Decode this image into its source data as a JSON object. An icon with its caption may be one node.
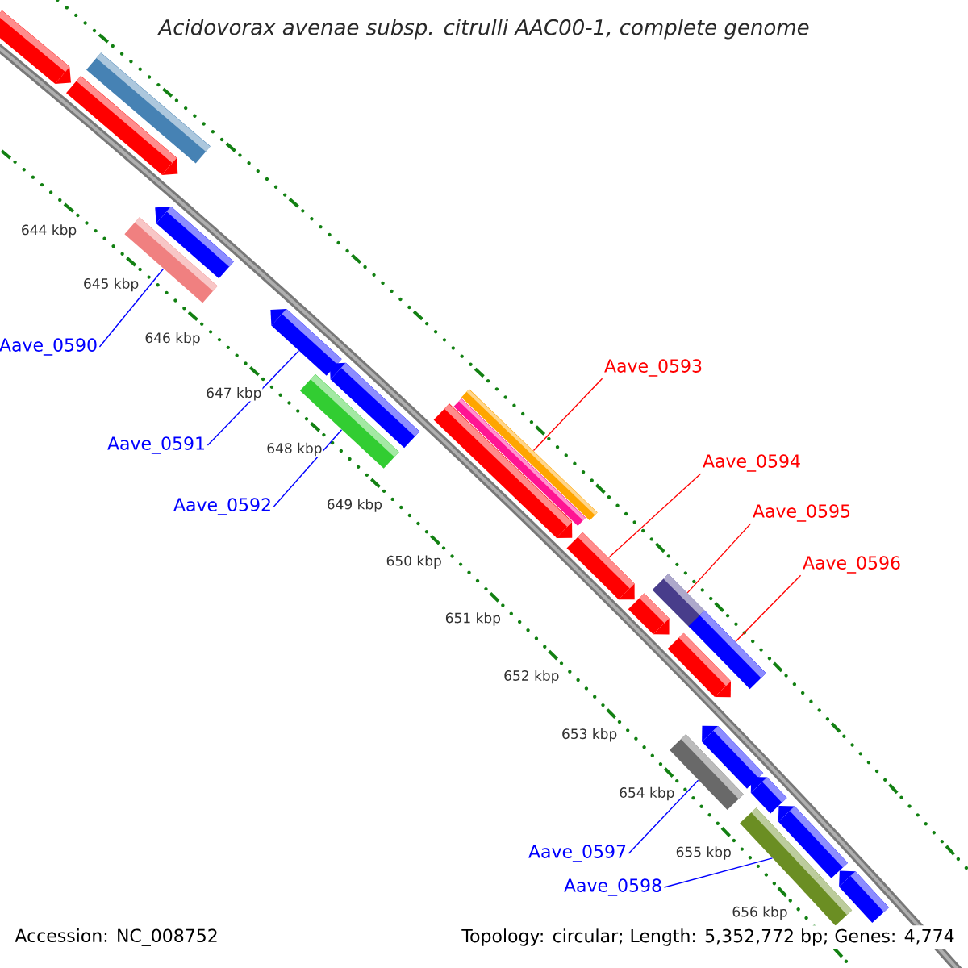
{
  "diagram": {
    "title": "Acidovorax avenae subsp. citrulli AAC00-1, complete genome",
    "nodes": [
      {
        "text": [
          "Aave_0590"
        ]
      },
      {
        "text": [
          "Aave_0591"
        ]
      },
      {
        "text": [
          "Aave_0592"
        ]
      },
      {
        "text": [
          "Aave_0593"
        ]
      },
      {
        "text": [
          "Aave_0594"
        ]
      },
      {
        "text": [
          "Aave_0595"
        ]
      },
      {
        "text": [
          "Aave_0596"
        ]
      },
      {
        "text": [
          "Aave_0597"
        ]
      },
      {
        "text": [
          "Aave_0598"
        ]
      },
      {
        "text": [],
        "shape": "arrow"
      },
      {
        "text": [],
        "shape": "arrow"
      },
      {
        "text": [],
        "shape": "bar"
      },
      {
        "text": [],
        "shape": "arrow"
      },
      {
        "text": [],
        "shape": "bar"
      },
      {
        "text": [],
        "shape": "arrow"
      },
      {
        "text": [],
        "shape": "arrow"
      },
      {
        "text": [],
        "shape": "bar"
      },
      {
        "text": [],
        "shape": "arrow"
      },
      {
        "text": [],
        "shape": "bar"
      },
      {
        "text": [],
        "shape": "bar"
      },
      {
        "text": [],
        "shape": "arrow"
      },
      {
        "text": [],
        "shape": "arrow"
      },
      {
        "text": [],
        "shape": "bar"
      },
      {
        "text": [],
        "shape": "bar"
      },
      {
        "text": [],
        "shape": "arrow"
      },
      {
        "text": [],
        "shape": "bar"
      },
      {
        "text": [],
        "shape": "arrow"
      },
      {
        "text": [],
        "shape": "arrow"
      },
      {
        "text": [],
        "shape": "arrow"
      },
      {
        "text": [],
        "shape": "arrow"
      },
      {
        "text": [],
        "shape": "bar"
      },
      {
        "text": [],
        "shape": "bar"
      }
    ],
    "edges": [
      {
        "from": 0,
        "to": 13,
        "arrow": "none"
      },
      {
        "from": 1,
        "to": 14,
        "arrow": "none"
      },
      {
        "from": 2,
        "to": 16,
        "arrow": "none"
      },
      {
        "from": 3,
        "to": 19,
        "arrow": "none",
        "color": "#ff0000"
      },
      {
        "from": 4,
        "to": 20,
        "arrow": "none",
        "color": "#ff0000"
      },
      {
        "from": 5,
        "to": 22,
        "arrow": "none",
        "color": "#ff0000"
      },
      {
        "from": 6,
        "to": 23,
        "arrow": "none",
        "color": "#ff0000"
      },
      {
        "from": 7,
        "to": 25,
        "arrow": "none"
      },
      {
        "from": 8,
        "to": 30,
        "arrow": "none"
      }
    ],
    "labels": [
      "644 kbp",
      "645 kbp",
      "646 kbp",
      "647 kbp",
      "648 kbp",
      "649 kbp",
      "650 kbp",
      "651 kbp",
      "652 kbp",
      "653 kbp",
      "654 kbp",
      "655 kbp",
      "656 kbp",
      "Accession: NC_008752",
      "Topology: circular; Length: 5,352,772 bp; Genes: 4,774"
    ]
  }
}
